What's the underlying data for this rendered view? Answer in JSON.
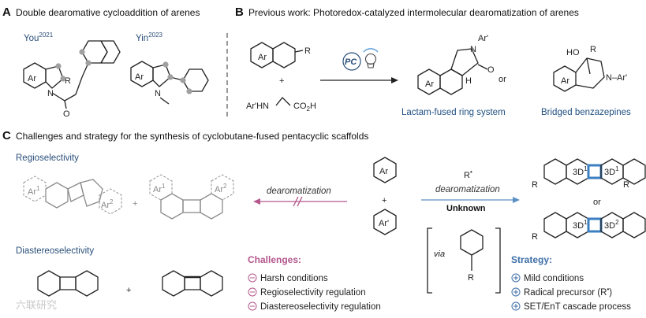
{
  "panel_a": {
    "letter": "A",
    "title": "Double dearomative cycloaddition of arenes",
    "author1": "You",
    "year1": "2021",
    "author2": "Yin",
    "year2": "2023",
    "ar": "Ar",
    "n": "N",
    "r": "R",
    "o": "O"
  },
  "panel_b": {
    "letter": "B",
    "title": "Previous work: Photoredox-catalyzed intermolecular dearomatization of arenes",
    "ar": "Ar",
    "r": "R",
    "plus": "+",
    "amine_left": "Ar'HN",
    "amine_right": "CO",
    "amine_sub": "2",
    "amine_h": "H",
    "pc": "PC",
    "n": "N",
    "ar_prime": "Ar'",
    "o": "O",
    "h": "H",
    "ho": "HO",
    "n_ar": "N–Ar'",
    "or": "or",
    "product1": "Lactam-fused ring system",
    "product2": "Bridged benzazepines"
  },
  "panel_c": {
    "letter": "C",
    "title": "Challenges and strategy for the synthesis of cyclobutane-fused pentacyclic scaffolds",
    "regio": "Regioselectivity",
    "diastereo": "Diastereoselectivity",
    "ar": "Ar",
    "ar_prime": "Ar'",
    "ar1": "Ar",
    "sup1": "1",
    "sup2": "2",
    "plus": "+",
    "dearom_left": "dearomatization",
    "dearom_right": "dearomatization",
    "radical": "R",
    "radical_dot": "•",
    "unknown": "Unknown",
    "threeD": "3D",
    "r": "R",
    "or": "or",
    "via": "via",
    "challenges_title": "Challenges:",
    "challenges": [
      "Harsh conditions",
      "Regioselectivity regulation",
      "Diastereoselectivity regulation"
    ],
    "strategy_title": "Strategy:",
    "strategy": [
      "Mild conditions",
      "Radical precursor (R",
      "SET/EnT cascade process"
    ],
    "strategy_tail": ")",
    "watermark": "六联研究"
  },
  "colors": {
    "challenge_pink": "#b4578c",
    "strategy_steel": "#3d6ea6",
    "cyclobutane_blue": "#3c7fc0",
    "gray_dot": "#a0a0a0"
  }
}
